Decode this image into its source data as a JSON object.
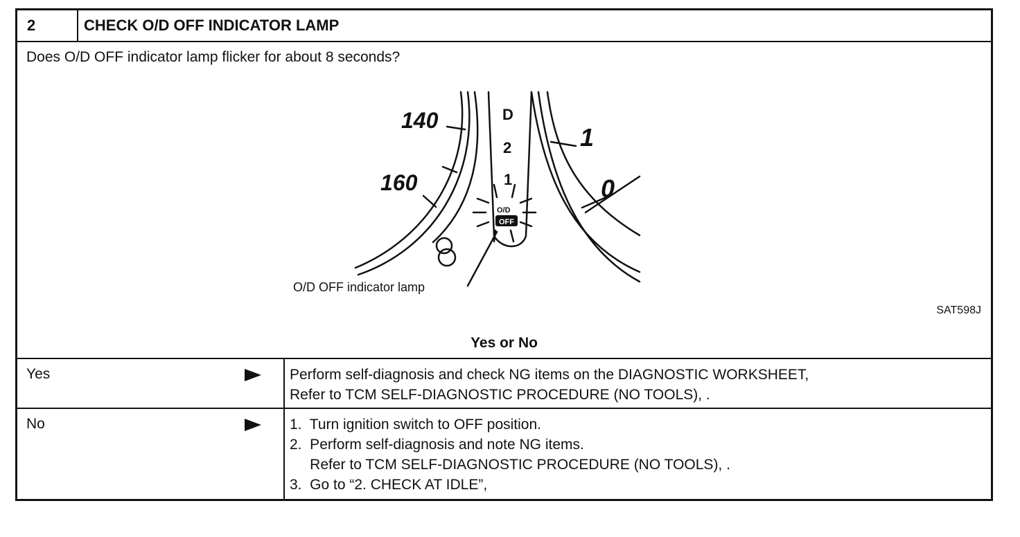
{
  "header": {
    "step_number": "2",
    "title": "CHECK O/D OFF INDICATOR LAMP"
  },
  "question": "Does O/D OFF indicator lamp flicker for about 8 seconds?",
  "figure": {
    "speed_140": "140",
    "speed_160": "160",
    "gear_d": "D",
    "gear_2": "2",
    "gear_1": "1",
    "lamp_top": "O/D",
    "lamp_bottom": "OFF",
    "tach_1": "1",
    "tach_0": "0",
    "callout": "O/D OFF indicator lamp",
    "code": "SAT598J"
  },
  "yes_or_no": "Yes or No",
  "rows": [
    {
      "label": "Yes",
      "lines": [
        "Perform self-diagnosis and check NG items on the DIAGNOSTIC WORKSHEET,",
        "Refer to TCM SELF-DIAGNOSTIC PROCEDURE (NO TOOLS), ."
      ]
    },
    {
      "label": "No",
      "lines": [
        "1.  Turn ignition switch to OFF position.",
        "2.  Perform self-diagnosis and note NG items.",
        "     Refer to TCM SELF-DIAGNOSTIC PROCEDURE (NO TOOLS), .",
        "3.  Go to “2. CHECK AT IDLE”,"
      ]
    }
  ]
}
